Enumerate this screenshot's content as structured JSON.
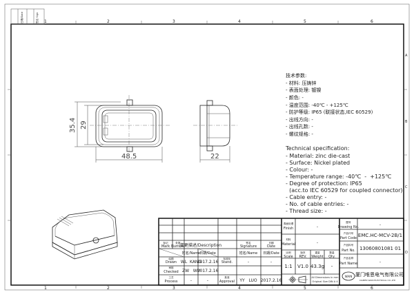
{
  "frame": {
    "zones_top": [
      "1",
      "2",
      "3",
      "4",
      "5",
      "6"
    ],
    "zones_bottom": [
      "1",
      "2",
      "3",
      "4",
      "5",
      "6"
    ],
    "zones_side": [
      "A",
      "B",
      "C",
      "D"
    ],
    "corner_labels": [
      "日期/Date",
      "签名 Sign"
    ]
  },
  "dimensions": {
    "height_outer": "35.4",
    "height_inner": "29",
    "width": "48.5",
    "depth": "22"
  },
  "spec_cn": {
    "title": "技术参数:",
    "lines": [
      "- 材料: 压铸锌",
      "- 表面处理: 镀镍",
      "- 颜色: -",
      "- 温度范围: -40℃  -  +125℃",
      "- 防护等级: IP65 (联接状态,IEC 60529)",
      "- 出线方向: -",
      "- 出线孔数: -",
      "- 螺纹规格: -"
    ]
  },
  "spec_en": {
    "title": "Technical specification:",
    "lines": [
      "- Material: zinc die-cast",
      "- Surface: Nickel plated",
      "- Colour: -",
      "- Temperature range: -40℃  -  +125℃",
      "- Degree of protection: IP65",
      "  (acc.to IEC 60529 for coupled connector)",
      "- Cable entry: -",
      "- No. of cable entries: -",
      "- Thread size: -"
    ]
  },
  "title_block": {
    "mark_cn": "标记",
    "mark": "Mark",
    "number_cn": "处数",
    "number": "Number",
    "description": "变更描述/Description",
    "signature_cn": "签名",
    "signature": "Signature",
    "date_cn": "日期",
    "date": "Date",
    "name_col": "姓名/Name",
    "date_col": "日期/Date",
    "name_col2": "姓名/Name",
    "date_col2": "日期/Date",
    "drawn_cn": "绘图",
    "drawn": "Drawn",
    "drawn_name": "WL  KANG",
    "drawn_date": "2017.2.16",
    "stand_cn": "标准化",
    "stand": "Stand.",
    "stand_name": "-",
    "stand_date": "-",
    "checked_cn": "审核",
    "checked": "Checked",
    "checked_name": "ZW   WU",
    "checked_date": "2017.2.16",
    "process_cn": "工艺",
    "process": "Process",
    "process_name": "-",
    "process_date": "-",
    "approved_cn": "批准",
    "approved": "Approval",
    "approved_name": "YY   LUO",
    "approved_date": "2017.2.16",
    "finish_cn": "表面处理",
    "finish": "Finish",
    "finish_value": "-",
    "material_cn": "材料",
    "material": "Material",
    "material_value": "-",
    "scale_cn": "比例",
    "scale": "Scale",
    "scale_value": "1:1",
    "rev_cn": "版本",
    "rev": "REV.",
    "rev_value": "V1.0",
    "weight_cn": "重量",
    "weight": "Weight",
    "weight_value": "43.3g",
    "qty_cn": "数量",
    "qty": "Qty.",
    "qty_value": "-",
    "dims_note1": "All Dimensions in mm",
    "dims_note2": "Original Size DIN A 4",
    "drawing_no_cn": "图号",
    "drawing_no": "Drawing No.",
    "drawing_no_value": "-",
    "part_code_cn": "产品代号",
    "part_code": "Part Code",
    "part_code_value": "EMC.HC-MCV-2B/1",
    "part_no_cn": "产品料号",
    "part_no": "Part No.",
    "part_no_value": "13060801081 01",
    "part_name_cn": "产品名称",
    "part_name": "Part Name",
    "part_name_value": "-",
    "company_cn": "厦门唯恩电气有限公司",
    "company_en": "XIAMEN WAIN ELECTRICAL CO.,LTD",
    "logo": "WAIN"
  }
}
